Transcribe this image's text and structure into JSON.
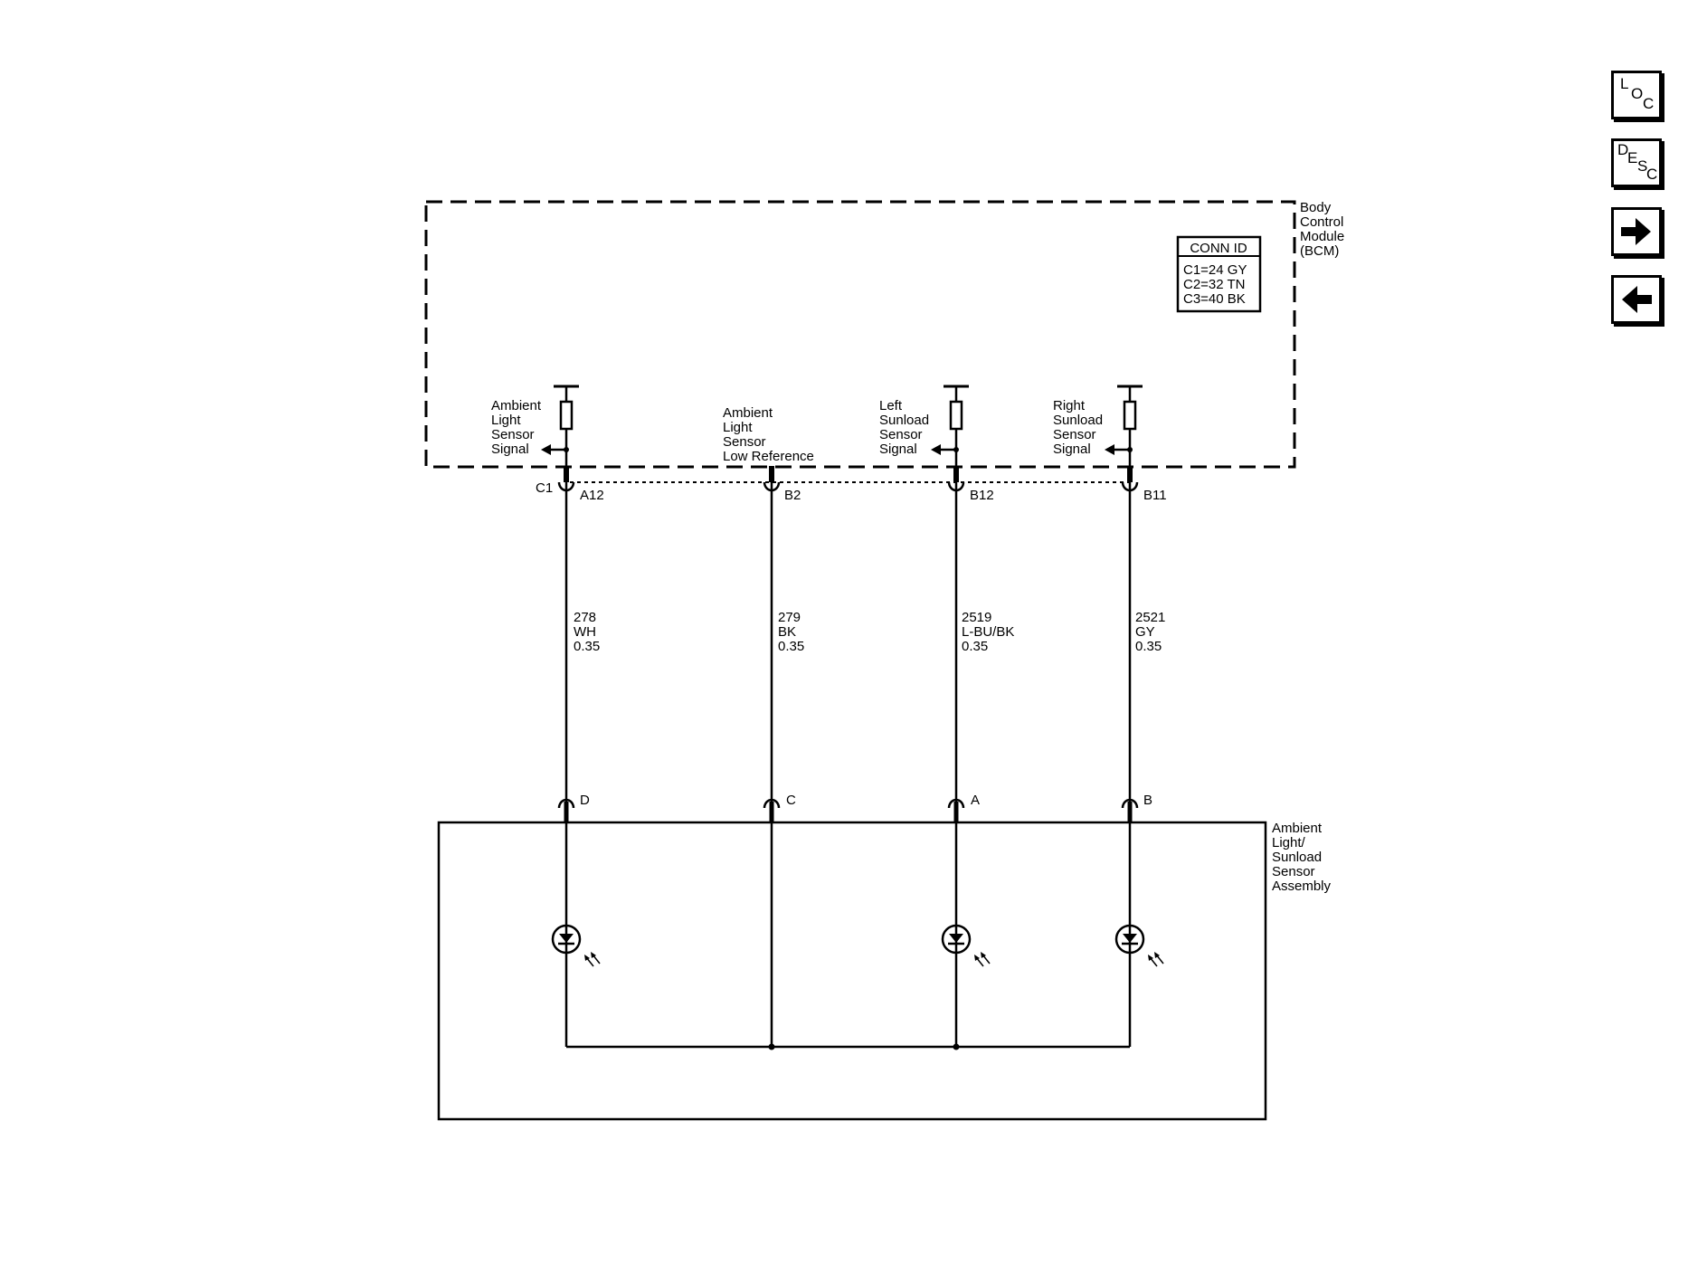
{
  "bcm": {
    "name_lines": [
      "Body",
      "Control",
      "Module",
      "(BCM)"
    ],
    "conn_id_title": "CONN ID",
    "conn_id_lines": [
      "C1=24 GY",
      "C2=32 TN",
      "C3=40 BK"
    ],
    "connector_label": "C1"
  },
  "circuits": [
    {
      "bcm_label_lines": [
        "Ambient",
        "Light",
        "Sensor",
        "Signal"
      ],
      "bcm_pin": "A12",
      "wire_lines": [
        "278",
        "WH",
        "0.35"
      ],
      "sensor_pin": "D"
    },
    {
      "bcm_label_lines": [
        "Ambient",
        "Light",
        "Sensor",
        "Low Reference"
      ],
      "bcm_pin": "B2",
      "wire_lines": [
        "279",
        "BK",
        "0.35"
      ],
      "sensor_pin": "C"
    },
    {
      "bcm_label_lines": [
        "Left",
        "Sunload",
        "Sensor",
        "Signal"
      ],
      "bcm_pin": "B12",
      "wire_lines": [
        "2519",
        "L-BU/BK",
        "0.35"
      ],
      "sensor_pin": "A"
    },
    {
      "bcm_label_lines": [
        "Right",
        "Sunload",
        "Sensor",
        "Signal"
      ],
      "bcm_pin": "B11",
      "wire_lines": [
        "2521",
        "GY",
        "0.35"
      ],
      "sensor_pin": "B"
    }
  ],
  "sensor_assembly": {
    "name_lines": [
      "Ambient",
      "Light/",
      "Sunload",
      "Sensor",
      "Assembly"
    ]
  },
  "nav": {
    "loc": [
      "L",
      "O",
      "C"
    ],
    "desc": [
      "D",
      "E",
      "S",
      "C"
    ],
    "forward_icon": "arrow-right-icon",
    "back_icon": "arrow-left-icon"
  }
}
